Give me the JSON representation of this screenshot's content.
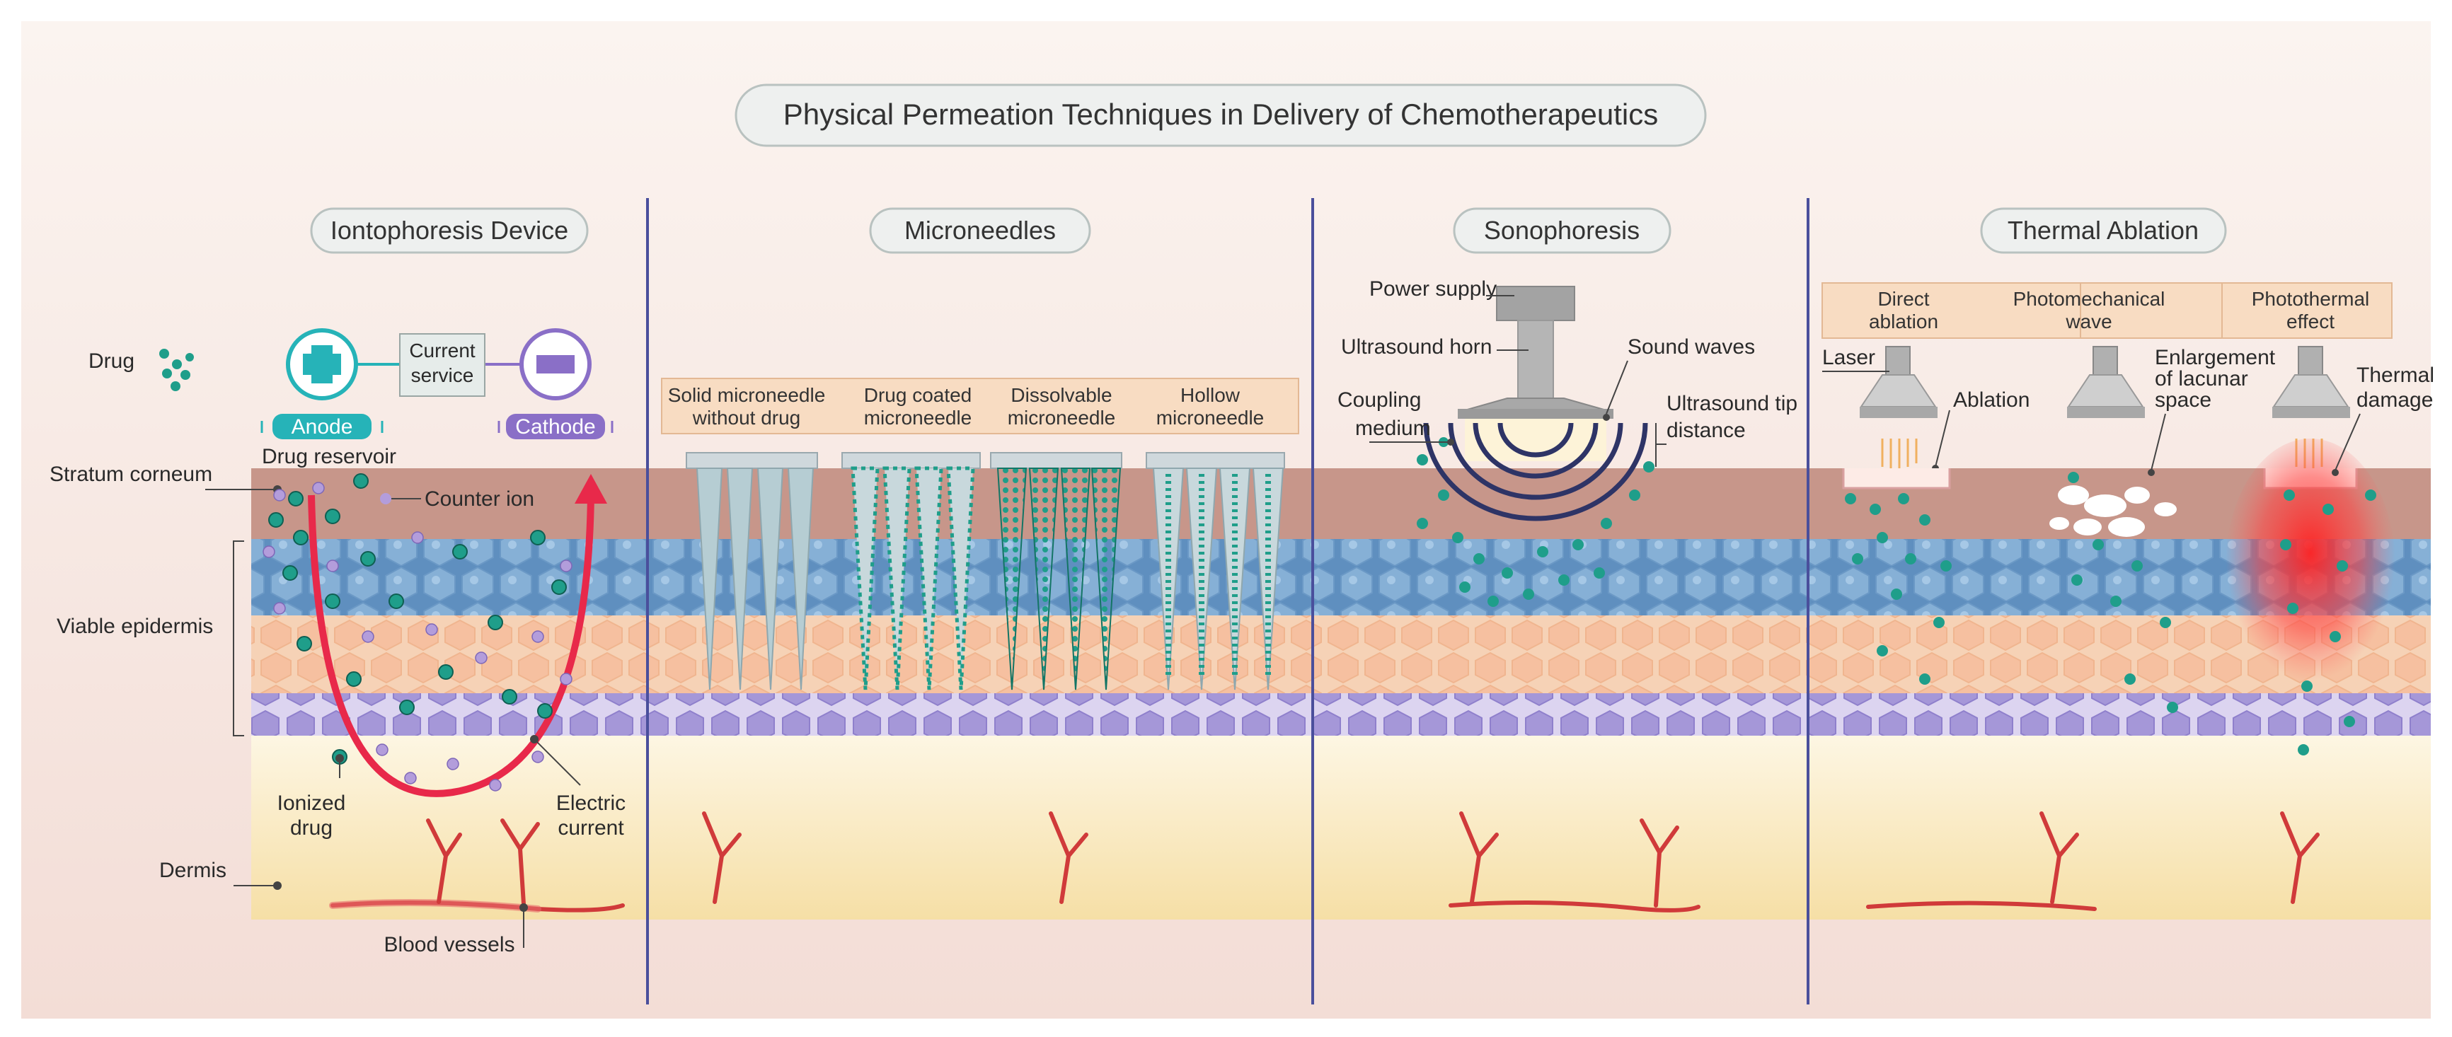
{
  "title": "Physical Permeation Techniques in Delivery of Chemotherapeutics",
  "sections": {
    "iontophoresis": "Iontophoresis Device",
    "microneedles": "Microneedles",
    "sonophoresis": "Sonophoresis",
    "thermal": "Thermal Ablation"
  },
  "layers": {
    "stratum": "Stratum corneum",
    "viable": "Viable epidermis",
    "dermis": "Dermis"
  },
  "ionto": {
    "drug": "Drug",
    "anode": "Anode",
    "cathode": "Cathode",
    "current_1": "Current",
    "current_2": "service",
    "reservoir": "Drug reservoir",
    "counter_ion": "Counter ion",
    "ionized_1": "Ionized",
    "ionized_2": "drug",
    "electric_1": "Electric",
    "electric_2": "current",
    "blood": "Blood vessels"
  },
  "micro": {
    "solid_1": "Solid microneedle",
    "solid_2": "without drug",
    "coated_1": "Drug coated",
    "coated_2": "microneedle",
    "dissolvable_1": "Dissolvable",
    "dissolvable_2": "microneedle",
    "hollow_1": "Hollow",
    "hollow_2": "microneedle"
  },
  "sono": {
    "power": "Power supply",
    "horn": "Ultrasound horn",
    "waves": "Sound waves",
    "coupling_1": "Coupling",
    "coupling_2": "medium",
    "tip_1": "Ultrasound tip",
    "tip_2": "distance"
  },
  "thermal": {
    "direct_1": "Direct",
    "direct_2": "ablation",
    "photomech": "Photomechanical",
    "wave": "wave",
    "photothermal": "Photothermal",
    "effect": "effect",
    "laser": "Laser",
    "ablation": "Ablation",
    "enlarge_1": "Enlargement",
    "enlarge_2": "of lacunar",
    "enlarge_3": "space",
    "damage_1": "Thermal",
    "damage_2": "damage"
  },
  "colors": {
    "stratum": "#c9978a",
    "blue_cell": "#7ea9cf",
    "peach_cell": "#f4c4a4",
    "purple_cell": "#b3a6de",
    "dermis": "#f8e3b4",
    "drug": "#1f9e8a",
    "counter": "#b39ddb",
    "divider": "#4a4f9c",
    "arrow": "#e8294a",
    "vessel": "#d03a3a",
    "anode": "#26b3b8",
    "cathode": "#8a6fc7"
  }
}
